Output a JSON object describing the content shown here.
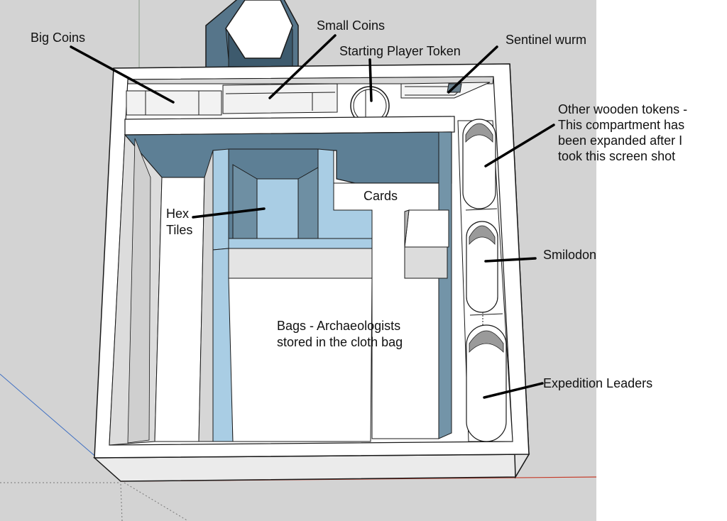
{
  "colors": {
    "ground": "#d3d3d3",
    "box_white": "#ffffff",
    "box_side": "#e9e9e9",
    "inner_wall": "#dcdcdc",
    "wall_slate": "#5d7f95",
    "wall_light_blue": "#a9cde4",
    "outline": "#1a1a1a",
    "leader_line": "#000000",
    "axis_blue": "#3f6fc2",
    "axis_red": "#c53c2a"
  },
  "labels": {
    "big_coins": "Big Coins",
    "small_coins": "Small Coins",
    "starting_player_token": "Starting Player Token",
    "sentinel_wurm": "Sentinel wurm",
    "other_tokens_l1": "Other wooden tokens -",
    "other_tokens_l2": "This compartment has",
    "other_tokens_l3": "been expanded after I",
    "other_tokens_l4": "took this screen shot",
    "hex_l1": "Hex",
    "hex_l2": "Tiles",
    "cards": "Cards",
    "smilodon": "Smilodon",
    "bags_l1": "Bags -  Archaeologists",
    "bags_l2": "stored in the cloth bag",
    "expedition_leaders": "Expedition Leaders"
  }
}
